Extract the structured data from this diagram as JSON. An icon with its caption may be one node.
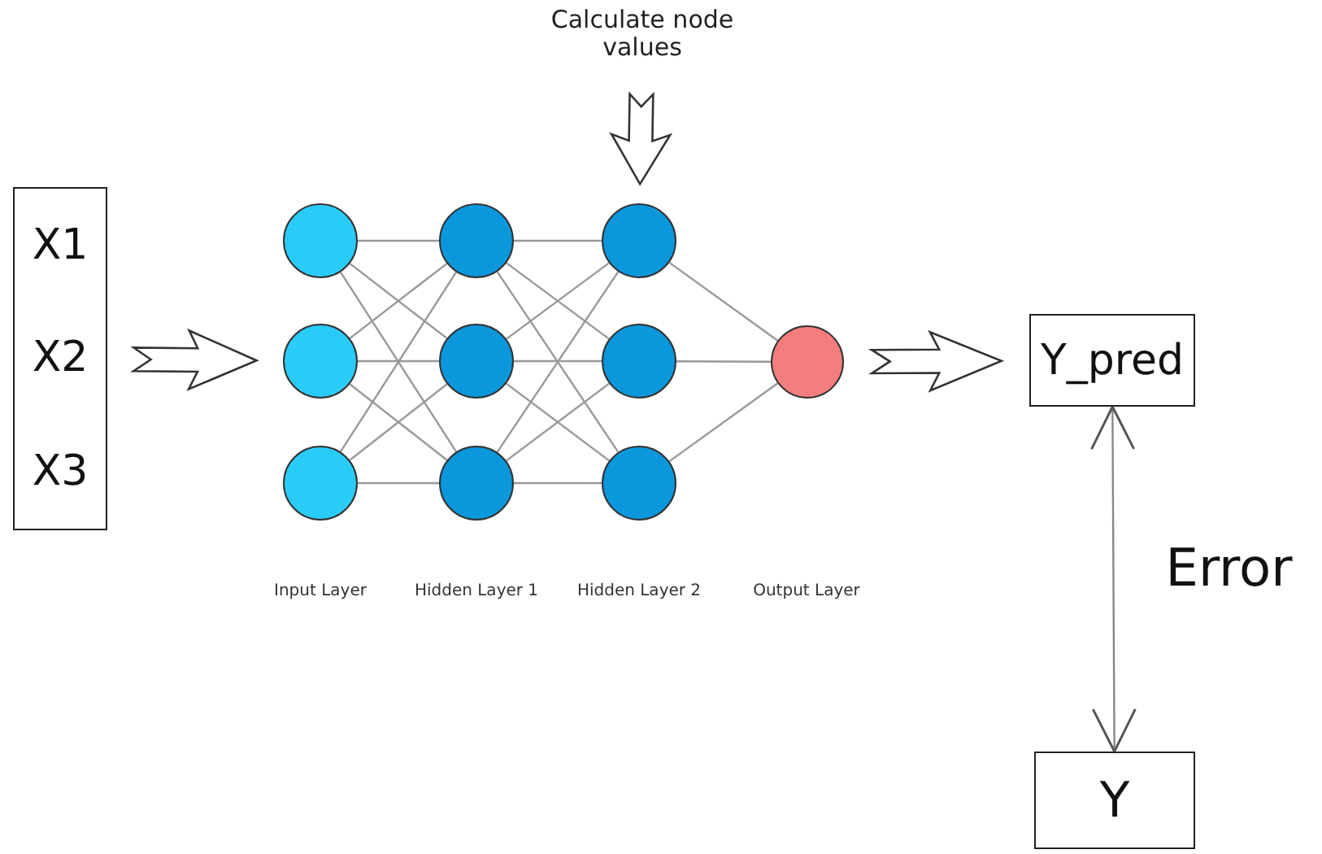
{
  "diagram": {
    "nodes": [
      {
        "text": [
          "Calculate node values"
        ]
      },
      {
        "text": [
          "X1",
          "X2",
          "X3"
        ]
      },
      {
        "text": [],
        "shape": "circle"
      },
      {
        "text": [],
        "shape": "circle"
      },
      {
        "text": [],
        "shape": "circle"
      },
      {
        "text": [],
        "shape": "circle"
      },
      {
        "text": [],
        "shape": "circle"
      },
      {
        "text": [],
        "shape": "circle"
      },
      {
        "text": [],
        "shape": "circle"
      },
      {
        "text": [],
        "shape": "circle"
      },
      {
        "text": [],
        "shape": "circle"
      },
      {
        "text": [],
        "shape": "circle"
      },
      {
        "text": [
          "Y_pred"
        ]
      },
      {
        "text": [
          "Y"
        ]
      }
    ],
    "edges": [
      {
        "from": 0,
        "to": 8,
        "arrow": "to",
        "style": "thick"
      },
      {
        "from": 1,
        "to": 3,
        "arrow": "to",
        "style": "thick"
      },
      {
        "from": 2,
        "to": 5,
        "arrow": "none"
      },
      {
        "from": 2,
        "to": 6,
        "arrow": "none"
      },
      {
        "from": 2,
        "to": 7,
        "arrow": "none"
      },
      {
        "from": 3,
        "to": 5,
        "arrow": "none"
      },
      {
        "from": 3,
        "to": 6,
        "arrow": "none"
      },
      {
        "from": 3,
        "to": 7,
        "arrow": "none"
      },
      {
        "from": 4,
        "to": 5,
        "arrow": "none"
      },
      {
        "from": 4,
        "to": 6,
        "arrow": "none"
      },
      {
        "from": 4,
        "to": 7,
        "arrow": "none"
      },
      {
        "from": 5,
        "to": 8,
        "arrow": "none"
      },
      {
        "from": 5,
        "to": 9,
        "arrow": "none"
      },
      {
        "from": 5,
        "to": 10,
        "arrow": "none"
      },
      {
        "from": 6,
        "to": 8,
        "arrow": "none"
      },
      {
        "from": 6,
        "to": 9,
        "arrow": "none"
      },
      {
        "from": 6,
        "to": 10,
        "arrow": "none"
      },
      {
        "from": 7,
        "to": 8,
        "arrow": "none"
      },
      {
        "from": 7,
        "to": 9,
        "arrow": "none"
      },
      {
        "from": 7,
        "to": 10,
        "arrow": "none"
      },
      {
        "from": 8,
        "to": 11,
        "arrow": "none"
      },
      {
        "from": 9,
        "to": 11,
        "arrow": "none"
      },
      {
        "from": 10,
        "to": 11,
        "arrow": "none"
      },
      {
        "from": 11,
        "to": 12,
        "arrow": "to",
        "style": "thick"
      },
      {
        "from": 12,
        "to": 13,
        "arrow": "both",
        "label": "Error"
      }
    ],
    "labels": [
      "Input Layer",
      "Hidden Layer 1",
      "Hidden Layer 2",
      "Output Layer"
    ]
  }
}
